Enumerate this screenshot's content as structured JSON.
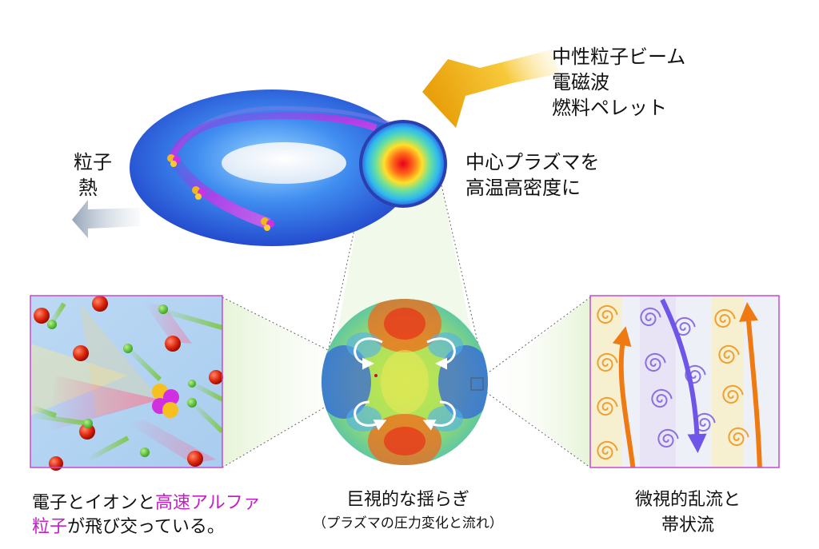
{
  "inputs": {
    "line1": "中性粒子ビーム",
    "line2": "電磁波",
    "line3": "燃料ペレット"
  },
  "center_label": {
    "line1": "中心プラズマを",
    "line2": "高温高密度に"
  },
  "loss_label": {
    "line1": "粒子",
    "line2": "熱"
  },
  "left_panel": {
    "caption_part1": "電子とイオンと",
    "caption_highlight1": "高速アルファ",
    "caption_highlight2": "粒子",
    "caption_part2": "が飛び交っている。"
  },
  "middle_panel": {
    "title": "巨視的な揺らぎ",
    "subtitle": "（プラズマの圧力変化と流れ）"
  },
  "right_panel": {
    "line1": "微視的乱流と",
    "line2": "帯状流"
  },
  "colors": {
    "torus": "#2f6fe8",
    "beam_arrow": "#f2b51c",
    "loss_arrow": "#a9b8c8",
    "alpha_text": "#c21fc4",
    "zonal_flow_orange": "#f07a12",
    "zonal_flow_purple": "#6f55e8"
  }
}
